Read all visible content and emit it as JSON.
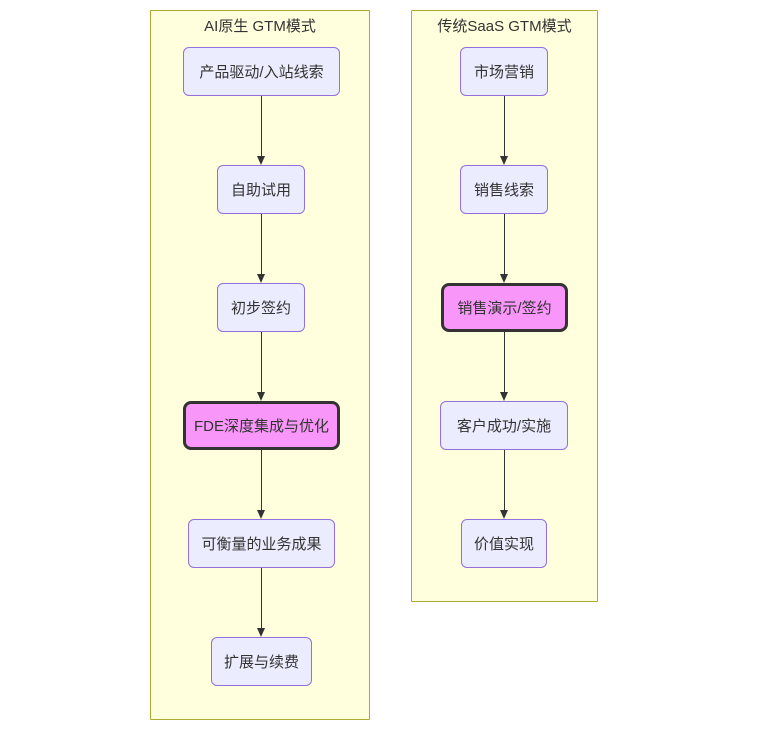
{
  "diagram": {
    "type": "flowchart-vertical",
    "columns": [
      {
        "title": "AI原生 GTM模式",
        "nodes": [
          {
            "label": "产品驱动/入站线索",
            "highlight": false
          },
          {
            "label": "自助试用",
            "highlight": false
          },
          {
            "label": "初步签约",
            "highlight": false
          },
          {
            "label": "FDE深度集成与优化",
            "highlight": true
          },
          {
            "label": "可衡量的业务成果",
            "highlight": false
          },
          {
            "label": "扩展与续费",
            "highlight": false
          }
        ]
      },
      {
        "title": "传统SaaS GTM模式",
        "nodes": [
          {
            "label": "市场营销",
            "highlight": false
          },
          {
            "label": "销售线索",
            "highlight": false
          },
          {
            "label": "销售演示/签约",
            "highlight": true
          },
          {
            "label": "客户成功/实施",
            "highlight": false
          },
          {
            "label": "价值实现",
            "highlight": false
          }
        ]
      }
    ],
    "colors": {
      "subgraph_fill": "#ffffde",
      "subgraph_border": "#aaaa33",
      "node_fill": "#ececff",
      "node_border": "#9370db",
      "highlight_fill": "#f996f9",
      "highlight_border": "#333333",
      "text": "#333333",
      "arrow": "#333333"
    }
  }
}
